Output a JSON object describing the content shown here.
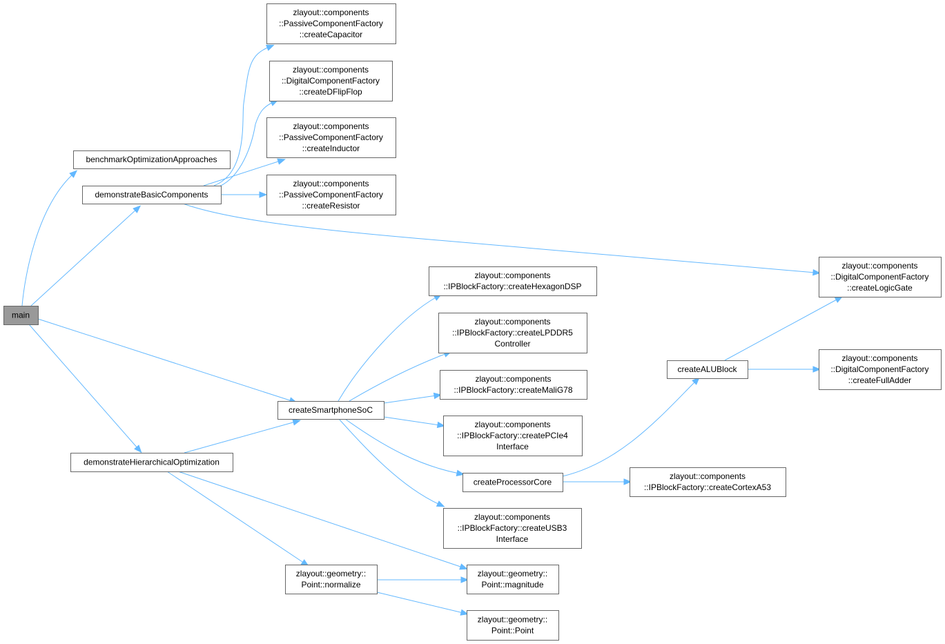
{
  "graph": {
    "nodes": [
      {
        "id": "main",
        "lines": [
          "main"
        ],
        "root": true
      },
      {
        "id": "benchmark",
        "lines": [
          "benchmarkOptimizationApproaches"
        ]
      },
      {
        "id": "demoBasic",
        "lines": [
          "demonstrateBasicComponents"
        ]
      },
      {
        "id": "demoHier",
        "lines": [
          "demonstrateHierarchicalOptimization"
        ]
      },
      {
        "id": "createCapacitor",
        "lines": [
          "zlayout::components",
          "::PassiveComponentFactory",
          "::createCapacitor"
        ]
      },
      {
        "id": "createDFlipFlop",
        "lines": [
          "zlayout::components",
          "::DigitalComponentFactory",
          "::createDFlipFlop"
        ]
      },
      {
        "id": "createInductor",
        "lines": [
          "zlayout::components",
          "::PassiveComponentFactory",
          "::createInductor"
        ]
      },
      {
        "id": "createResistor",
        "lines": [
          "zlayout::components",
          "::PassiveComponentFactory",
          "::createResistor"
        ]
      },
      {
        "id": "createLogicGate",
        "lines": [
          "zlayout::components",
          "::DigitalComponentFactory",
          "::createLogicGate"
        ]
      },
      {
        "id": "createSoC",
        "lines": [
          "createSmartphoneSoC"
        ]
      },
      {
        "id": "createHexagon",
        "lines": [
          "zlayout::components",
          "::IPBlockFactory::createHexagonDSP"
        ]
      },
      {
        "id": "createLPDDR5",
        "lines": [
          "zlayout::components",
          "::IPBlockFactory::createLPDDR5",
          "Controller"
        ]
      },
      {
        "id": "createMali",
        "lines": [
          "zlayout::components",
          "::IPBlockFactory::createMaliG78"
        ]
      },
      {
        "id": "createPCIe",
        "lines": [
          "zlayout::components",
          "::IPBlockFactory::createPCIe4",
          "Interface"
        ]
      },
      {
        "id": "createProcCore",
        "lines": [
          "createProcessorCore"
        ]
      },
      {
        "id": "createUSB3",
        "lines": [
          "zlayout::components",
          "::IPBlockFactory::createUSB3",
          "Interface"
        ]
      },
      {
        "id": "createALU",
        "lines": [
          "createALUBlock"
        ]
      },
      {
        "id": "createFullAdder",
        "lines": [
          "zlayout::components",
          "::DigitalComponentFactory",
          "::createFullAdder"
        ]
      },
      {
        "id": "createCortex",
        "lines": [
          "zlayout::components",
          "::IPBlockFactory::createCortexA53"
        ]
      },
      {
        "id": "normalize",
        "lines": [
          "zlayout::geometry::",
          "Point::normalize"
        ]
      },
      {
        "id": "magnitude",
        "lines": [
          "zlayout::geometry::",
          "Point::magnitude"
        ]
      },
      {
        "id": "point",
        "lines": [
          "zlayout::geometry::",
          "Point::Point"
        ]
      }
    ],
    "edges": [
      {
        "from": "main",
        "to": "benchmark"
      },
      {
        "from": "main",
        "to": "demoBasic"
      },
      {
        "from": "main",
        "to": "createSoC"
      },
      {
        "from": "main",
        "to": "demoHier"
      },
      {
        "from": "demoBasic",
        "to": "createCapacitor"
      },
      {
        "from": "demoBasic",
        "to": "createDFlipFlop"
      },
      {
        "from": "demoBasic",
        "to": "createInductor"
      },
      {
        "from": "demoBasic",
        "to": "createResistor"
      },
      {
        "from": "demoBasic",
        "to": "createLogicGate"
      },
      {
        "from": "createSoC",
        "to": "createHexagon"
      },
      {
        "from": "createSoC",
        "to": "createLPDDR5"
      },
      {
        "from": "createSoC",
        "to": "createMali"
      },
      {
        "from": "createSoC",
        "to": "createPCIe"
      },
      {
        "from": "createSoC",
        "to": "createProcCore"
      },
      {
        "from": "createSoC",
        "to": "createUSB3"
      },
      {
        "from": "createProcCore",
        "to": "createALU"
      },
      {
        "from": "createProcCore",
        "to": "createCortex"
      },
      {
        "from": "createALU",
        "to": "createLogicGate"
      },
      {
        "from": "createALU",
        "to": "createFullAdder"
      },
      {
        "from": "demoHier",
        "to": "createSoC"
      },
      {
        "from": "demoHier",
        "to": "normalize"
      },
      {
        "from": "demoHier",
        "to": "magnitude"
      },
      {
        "from": "normalize",
        "to": "magnitude"
      },
      {
        "from": "normalize",
        "to": "point"
      }
    ]
  },
  "colors": {
    "edge": "#63b8ff",
    "node_border": "#666666",
    "root_fill": "#999999"
  }
}
